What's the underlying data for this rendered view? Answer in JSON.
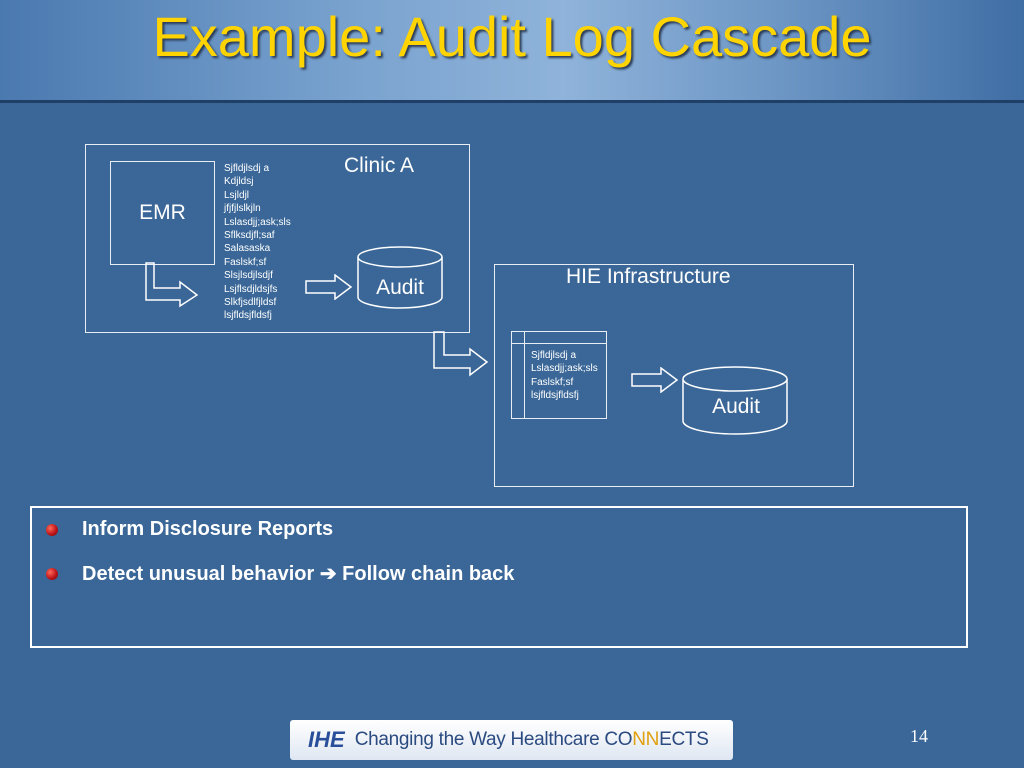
{
  "slide": {
    "title": "Example: Audit Log Cascade",
    "page_number": "14"
  },
  "clinic": {
    "label": "Clinic A",
    "emr_label": "EMR",
    "log_lines": "Sjfldjlsdj a\nKdjldsj\nLsjldjl\njfjfjlslkjln\nLslasdjj;ask;sls\nSflksdjfl;saf\nSalasaska\nFaslskf;sf\nSlsjlsdjlsdjf\nLsjflsdjldsjfs\nSlkfjsdlfjldsf\nlsjfldsjfldsfj",
    "audit_label": "Audit"
  },
  "hie": {
    "label": "HIE Infrastructure",
    "log_lines": "Sjfldjlsdj a\nLslasdjj;ask;sls\nFaslskf;sf\nlsjfldsjfldsfj",
    "audit_label": "Audit"
  },
  "bullets": [
    {
      "text": "Inform Disclosure Reports"
    },
    {
      "text_before": "Detect unusual behavior ",
      "arrow": "➔",
      "text_after": " Follow chain back"
    }
  ],
  "footer": {
    "logo_text": "IHE",
    "tagline_prefix": "Changing the Way Healthcare ",
    "connects_a": "CO",
    "connects_b": "NN",
    "connects_c": "ECTS"
  },
  "colors": {
    "background": "#3a6797",
    "title": "#ffd400",
    "bullet": "#c0151a"
  }
}
